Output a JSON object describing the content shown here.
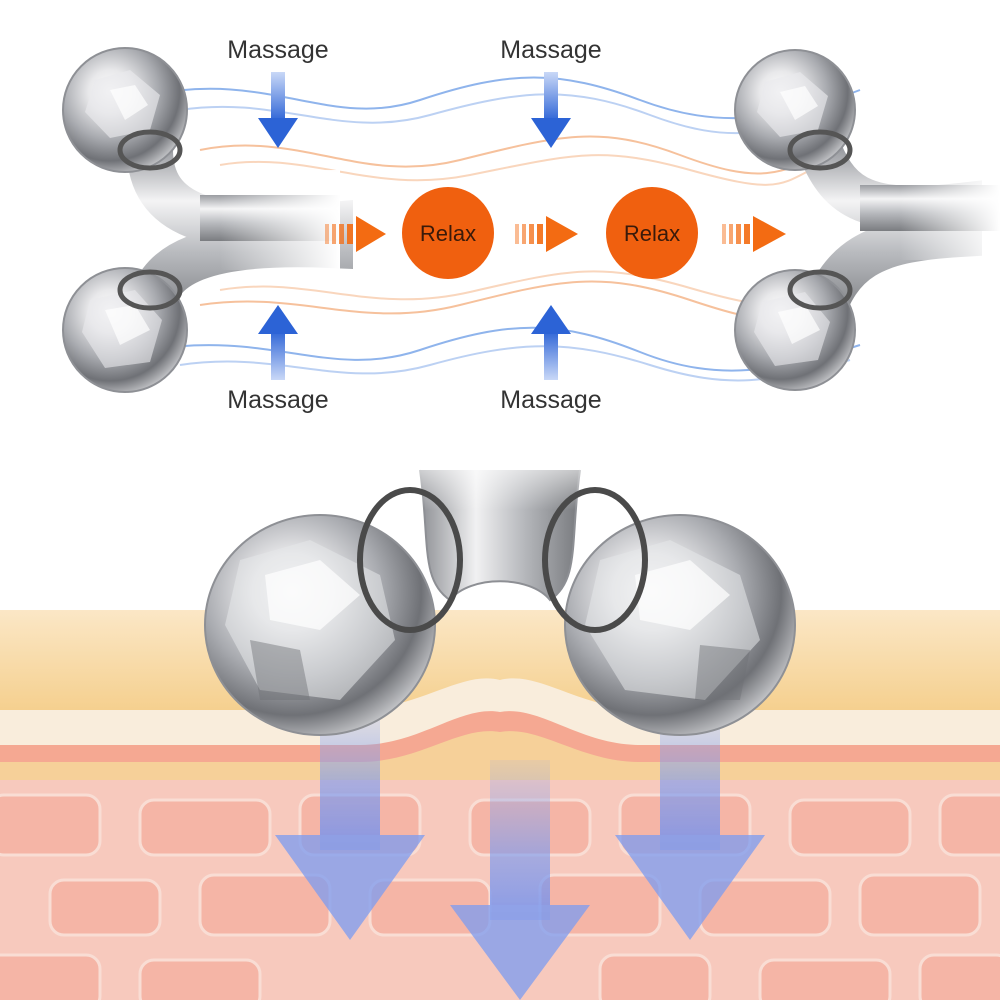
{
  "labels": {
    "massage_top_left": "Massage",
    "massage_top_right": "Massage",
    "massage_bottom_left": "Massage",
    "massage_bottom_right": "Massage",
    "relax_left": "Relax",
    "relax_right": "Relax"
  },
  "colors": {
    "wave_blue": "#8fb4ec",
    "wave_orange": "#f6c19c",
    "arrow_blue": "#2f68d8",
    "arrow_orange": "#f36b12",
    "relax_fill": "#f0600f",
    "skin_yellow": "#f6d79a",
    "skin_pink": "#f7c9bd",
    "cell_pink": "#f5b5a6",
    "down_arrow_blue": "#7e9cf0"
  },
  "icons": {
    "roller": "y-roller-icon",
    "arrow_down": "arrow-down-icon",
    "arrow_up": "arrow-up-icon",
    "arrow_right": "dashed-arrow-right-icon"
  }
}
